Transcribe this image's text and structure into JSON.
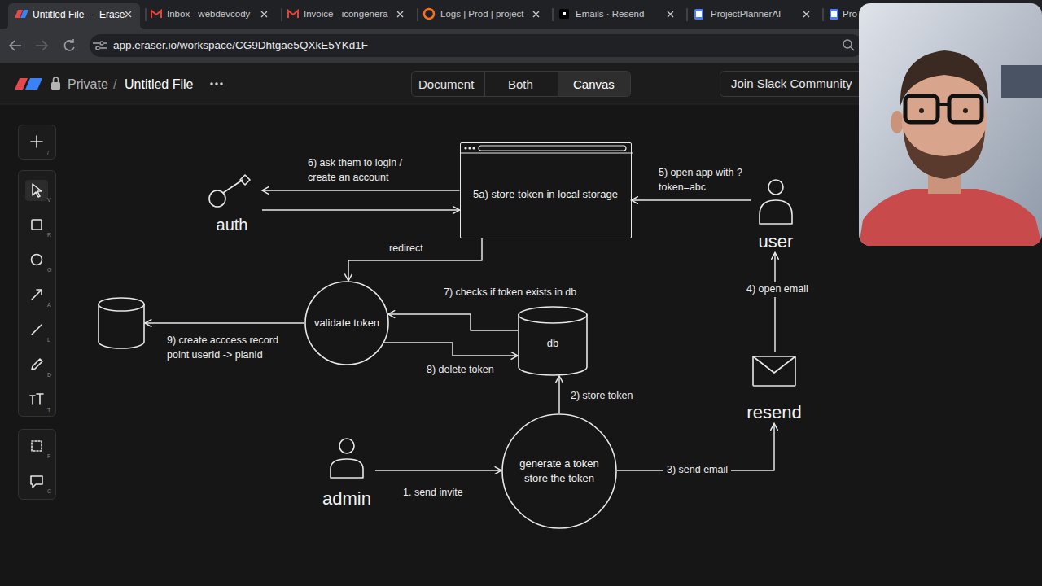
{
  "diagram": {
    "nodes": [
      {
        "text": [
          "5a) store token in local storage"
        ]
      },
      {
        "text": [
          "auth"
        ]
      },
      {
        "text": [
          "user"
        ]
      },
      {
        "text": []
      },
      {
        "text": [
          "validate token"
        ]
      },
      {
        "text": [
          "db"
        ]
      },
      {
        "text": [
          "resend"
        ]
      },
      {
        "text": [
          "admin"
        ]
      },
      {
        "text": [
          "generate a token store the token"
        ]
      }
    ],
    "edges": [
      {
        "from": 0,
        "to": 1,
        "arrow": "to",
        "label": "6) ask them to login / create an account"
      },
      {
        "from": 1,
        "to": 0,
        "arrow": "to"
      },
      {
        "from": 2,
        "to": 0,
        "arrow": "to",
        "label": "5) open app with ?token=abc"
      },
      {
        "from": 0,
        "to": 4,
        "arrow": "to",
        "label": "redirect"
      },
      {
        "from": 5,
        "to": 4,
        "arrow": "to",
        "label": "7) checks if token exists in db"
      },
      {
        "from": 4,
        "to": 5,
        "arrow": "to",
        "label": "8) delete token"
      },
      {
        "from": 4,
        "to": 3,
        "arrow": "to",
        "label": "9) create acccess record point userId -> planId"
      },
      {
        "from": 7,
        "to": 8,
        "arrow": "to",
        "label": "1. send invite"
      },
      {
        "from": 8,
        "to": 5,
        "arrow": "to",
        "label": "2) store token"
      },
      {
        "from": 8,
        "to": 6,
        "arrow": "to",
        "label": "3) send email"
      },
      {
        "from": 6,
        "to": 2,
        "arrow": "to",
        "label": "4) open email"
      }
    ],
    "labels": [
      "Untitled File — Erase",
      "Inbox - webdevcody",
      "Invoice - icongenera",
      "Logs | Prod | project",
      "Emails · Resend",
      "ProjectPlannerAI",
      "Pro",
      "app.eraser.io/workspace/CG9Dhtgae5QXkE5YKd1F",
      "Private",
      "/",
      "Untitled File",
      "Document",
      "Both",
      "Canvas",
      "Join Slack Community",
      "/",
      "V",
      "R",
      "O",
      "A",
      "L",
      "D",
      "T",
      "F",
      "C"
    ]
  }
}
